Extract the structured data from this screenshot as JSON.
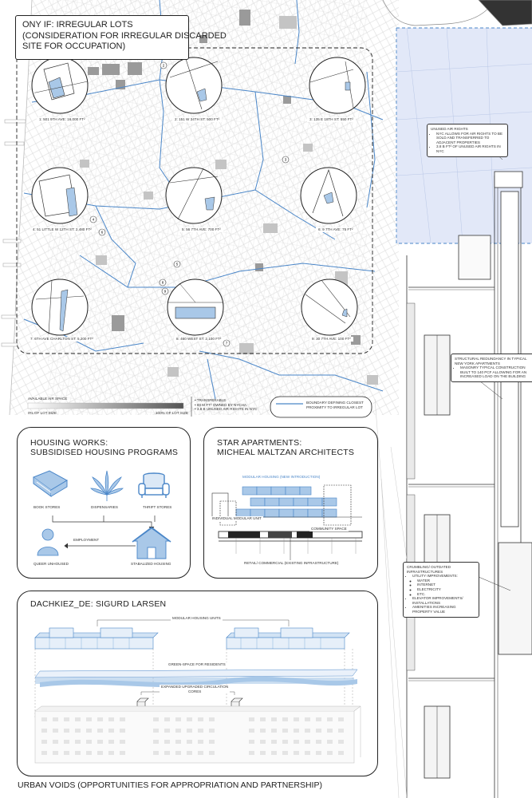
{
  "header": {
    "line1": "ONY IF: IRREGULAR LOTS",
    "line2": "(CONSIDERATION FOR IRREGULAR DISCARDED",
    "line3": "SITE FOR OCCUPATION)"
  },
  "lots": [
    {
      "label": "1: 501 9TH AVE: 16,000 FT²"
    },
    {
      "label": "2: 151 W 34TH ST: 500 FT²"
    },
    {
      "label": "3: 135 E 18TH ST: 550 FT²"
    },
    {
      "label": "4: 51 LITTLE W 12TH ST: 2,480 FT²"
    },
    {
      "label": "5: 56 7TH AVE: 700 FT²"
    },
    {
      "label": "6: 9 7TH AVE: 75 FT²"
    },
    {
      "label": "7: 6TH AVE CHARLTON ST: 5,200 FT²"
    },
    {
      "label": "8: 460 WEST ST: 2,100 FT²"
    },
    {
      "label": "9: 30 7TH AVE: 100 FT²"
    }
  ],
  "map_markers": [
    "1",
    "2",
    "3",
    "4",
    "5",
    "6",
    "7",
    "8",
    "9"
  ],
  "air_rights_note": {
    "title": "UNUSED AIR RIGHTS",
    "items": [
      "NYC ALLOWS FOR AIR RIGHTS TO BE SOLD AND TRANSFERRED TO ADJACENT PROPERTIES",
      "3.8 B FT² OF UNUSED AIR RIGHTS IN NYC"
    ]
  },
  "structural_note": {
    "title": "STRUCTURAL REDUNDANCY IN TYPICAL NEW YORK APARTMENTS",
    "items": [
      "MASONRY TYPICAL CONSTRUCTION BUILT TO 140 PCF ALLOWING FOR AN INCREASED LOAD ON THE BUILDING"
    ]
  },
  "crumbling_note": {
    "title": "CRUMBLING/ OUTDATED INFRASTRUCTURES",
    "utility": "UTILITY IMPROVEMENTS:",
    "utility_items": [
      "WATER",
      "INTERNET",
      "ELECTRICITY",
      "ETC."
    ],
    "elevator": "ELEVATOR IMPROVEMENTS/ INSTALLATIONS",
    "amenities": "AMENITIES INCREASING PROPERTY VALUE"
  },
  "legend": {
    "title": "AVAILABLE AIR SPACE",
    "min_label": "0% OF LOT SIZE",
    "max_label": "100% OF LOT SIZE",
    "bullets": [
      "TRANSFERABLE",
      "80 M FT² OWNED BY NYCHA",
      "3.8 B UNUSED AIR RIGHTS IN NYC"
    ],
    "boundary_label": "BOUNDARY DEFINING CLOSEST PROXIMITY TO IRREGULAR LOT"
  },
  "housing_works": {
    "title_line1": "HOUSING WORKS:",
    "title_line2": "SUBSIDISED HOUSING PROGRAMS",
    "nodes": {
      "book_stores": "BOOK STORES",
      "dispensaries": "DISPENSARIES",
      "thrift_stores": "THRIFT STORES",
      "queer_unhoused": "QUEER UNHOUSED",
      "stabalized_housing": "STABALIZED HOUSING"
    },
    "employment": "EMPLOYMENT"
  },
  "star_apartments": {
    "title_line1": "STAR APARTMENTS:",
    "title_line2": "MICHEAL MALTZAN ARCHITECTS",
    "modular": "MODULAR HOUSING (NEW INTRODUCTION)",
    "individual": "INDIVIDUAL MODULAR UNIT",
    "community": "COMMUNITY SPACE",
    "retail": "RETAIL/ COMMERCIAL (EXISTING INFRASTRUCTURE)"
  },
  "dachkiez": {
    "title": "DACHKIEZ_DE: SIGURD LARSEN",
    "modular": "MODULAR HOUSING UNITS",
    "green": "GREEN-SPACE FOR RESIDENTS",
    "circulation_line1": "EXPANDED UPGRADED CIRCULATION",
    "circulation_line2": "CORES"
  },
  "footer": "URBAN VOIDS (OPPORTUNITIES FOR APPROPRIATION AND PARTNERSHIP)",
  "colors": {
    "accent_blue": "#4a86c8",
    "fill_blue": "#a9c8e8",
    "air_rights_tint": "#dfe6f7",
    "ink": "#222222"
  }
}
